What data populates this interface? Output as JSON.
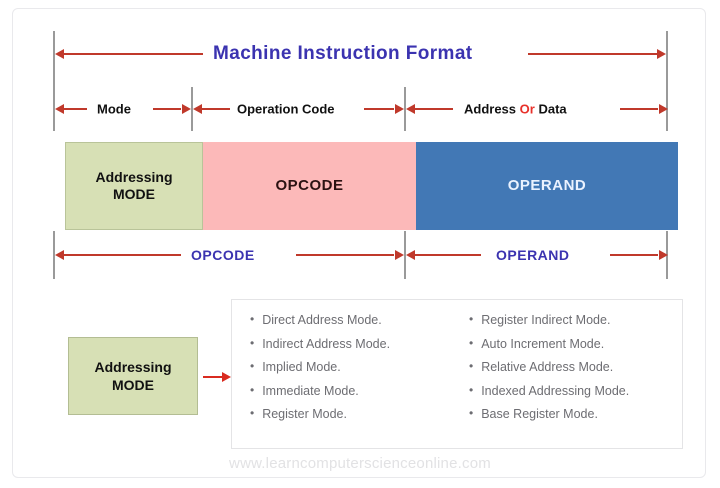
{
  "diagram": {
    "title": "Machine Instruction Format",
    "field_labels": {
      "mode": "Mode",
      "operation_code": "Operation Code",
      "address_prefix": "Address",
      "address_or": "Or",
      "address_suffix": "Data"
    },
    "blocks": [
      {
        "name": "addressing-mode",
        "line1": "Addressing",
        "line2": "MODE",
        "color": "#d7e0b5"
      },
      {
        "name": "opcode",
        "line1": "OPCODE",
        "line2": "",
        "color": "#fcb9b9"
      },
      {
        "name": "operand",
        "line1": "OPERAND",
        "line2": "",
        "color": "#4278b5"
      }
    ],
    "summary_labels": {
      "opcode": "OPCODE",
      "operand": "OPERAND"
    },
    "colors": {
      "title": "#3b33b0",
      "arrow": "#c0392b",
      "or_highlight": "#e8312a",
      "green_block": "#d7e0b5",
      "pink_block": "#fcb9b9",
      "blue_block": "#4278b5"
    }
  },
  "addressing": {
    "box_line1": "Addressing",
    "box_line2": "MODE",
    "modes_left": [
      "Direct  Address Mode.",
      "Indirect Address Mode.",
      "Implied Mode.",
      "Immediate Mode.",
      "Register Mode."
    ],
    "modes_right": [
      "Register Indirect Mode.",
      "Auto Increment Mode.",
      "Relative Address Mode.",
      "Indexed Addressing Mode.",
      "Base Register Mode."
    ],
    "bullet": "•"
  },
  "watermark": "www.learncomputerscienceonline.com"
}
